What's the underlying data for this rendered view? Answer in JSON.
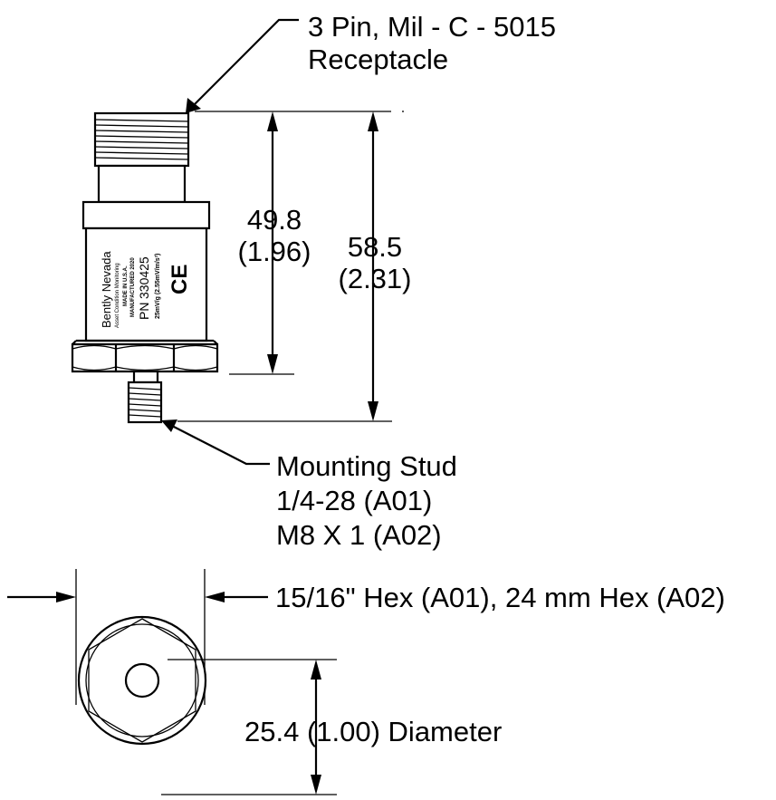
{
  "connector": {
    "line1": "3 Pin, Mil - C - 5015",
    "line2": "Receptacle"
  },
  "dimensions": {
    "inner_mm": "49.8",
    "inner_in": "(1.96)",
    "overall_mm": "58.5",
    "overall_in": "(2.31)",
    "hex": "15/16\" Hex (A01), 24 mm Hex (A02)",
    "diameter": "25.4 (1.00) Diameter"
  },
  "stud": {
    "title": "Mounting Stud",
    "option_a01": "1/4-28 (A01)",
    "option_a02": "M8 X 1 (A02)"
  },
  "body_marking": {
    "brand": "Bently Nevada",
    "tagline": "Asset Condition Monitoring",
    "pn_label": "PN",
    "pn_value": "330425",
    "made_in": "MADE IN U.S.A.",
    "manufactured": "MANUFACTURED 2020",
    "sensitivity": "25mV/g (2.55mV/m/s²)",
    "ce": "CE"
  }
}
